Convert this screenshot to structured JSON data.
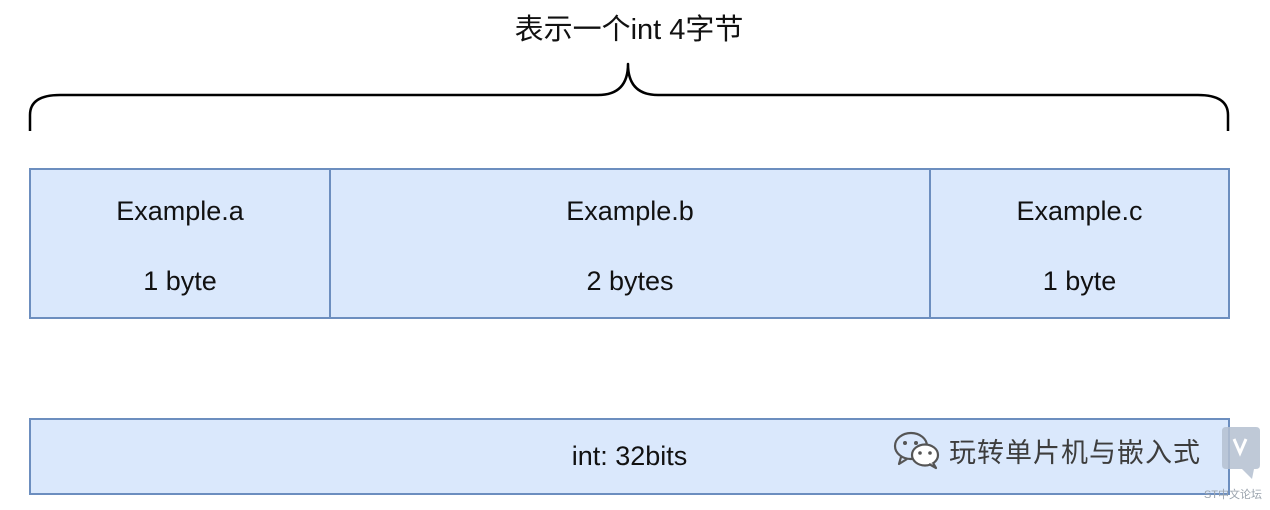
{
  "title": "表示一个int 4字节",
  "fields": [
    {
      "name": "Example.a",
      "size": "1 byte"
    },
    {
      "name": "Example.b",
      "size": "2 bytes"
    },
    {
      "name": "Example.c",
      "size": "1 byte"
    }
  ],
  "int_bar": {
    "label": "int: 32bits"
  },
  "watermark": {
    "icon": "wechat-icon",
    "text": "玩转单片机与嵌入式"
  },
  "st_logo": {
    "icon": "st-forum-logo",
    "text": "ST中文论坛"
  },
  "colors": {
    "fill": "#dae8fc",
    "stroke": "#6c8ebf",
    "text": "#111111"
  }
}
